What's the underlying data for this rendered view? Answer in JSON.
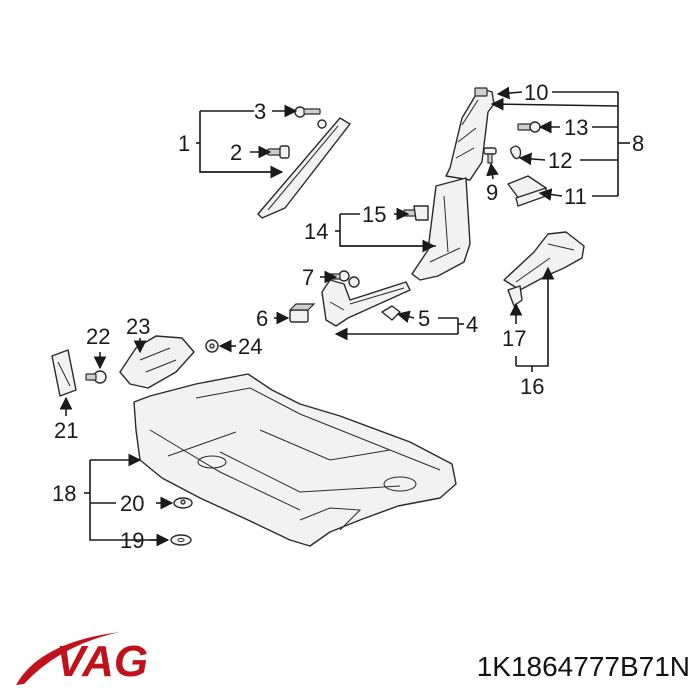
{
  "callouts": {
    "c1": "1",
    "c2": "2",
    "c3": "3",
    "c4": "4",
    "c5": "5",
    "c6": "6",
    "c7": "7",
    "c8": "8",
    "c9": "9",
    "c10": "10",
    "c11": "11",
    "c12": "12",
    "c13": "13",
    "c14": "14",
    "c15": "15",
    "c16": "16",
    "c17": "17",
    "c18": "18",
    "c19": "19",
    "c20": "20",
    "c21": "21",
    "c22": "22",
    "c23": "23",
    "c24": "24"
  },
  "brand": {
    "name": "VAG",
    "color": "#c0121a"
  },
  "part_number": "1K1864777B71N"
}
